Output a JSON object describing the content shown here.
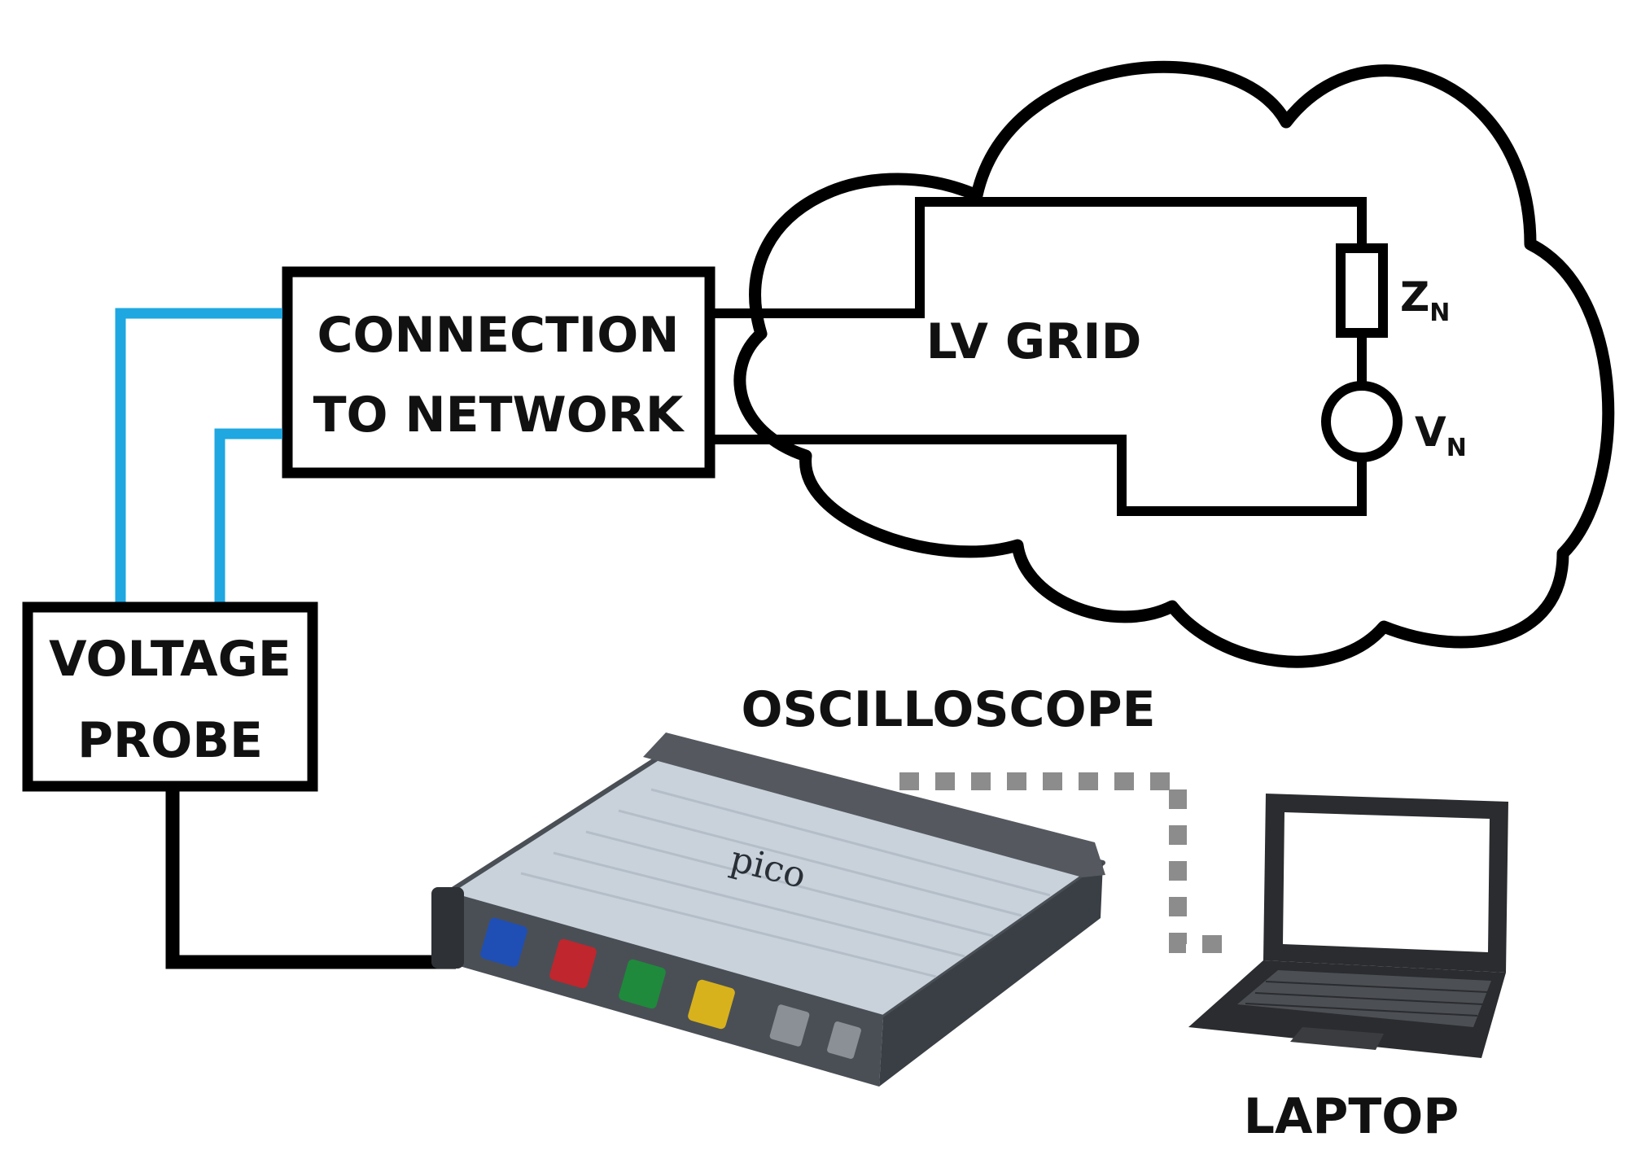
{
  "blocks": {
    "connection": {
      "line1": "CONNECTION",
      "line2": "TO NETWORK"
    },
    "voltage_probe": {
      "line1": "VOLTAGE",
      "line2": "PROBE"
    }
  },
  "grid": {
    "title": "LV GRID",
    "impedance": {
      "symbol": "Z",
      "subscript": "N"
    },
    "source": {
      "symbol": "V",
      "subscript": "N"
    }
  },
  "devices": {
    "oscilloscope": {
      "label": "OSCILLOSCOPE",
      "brand": "pico"
    },
    "laptop": {
      "label": "LAPTOP"
    }
  },
  "colors": {
    "line": "#000000",
    "probe_wire": "#1ea7e1",
    "data_link": "#8c8c8c",
    "scope_body": "#c9d2db",
    "scope_frame": "#4a4f56",
    "channel_a": "#1f4fb5",
    "channel_b": "#c0262d",
    "channel_c": "#1f8a3c",
    "channel_d": "#d8b21c"
  }
}
